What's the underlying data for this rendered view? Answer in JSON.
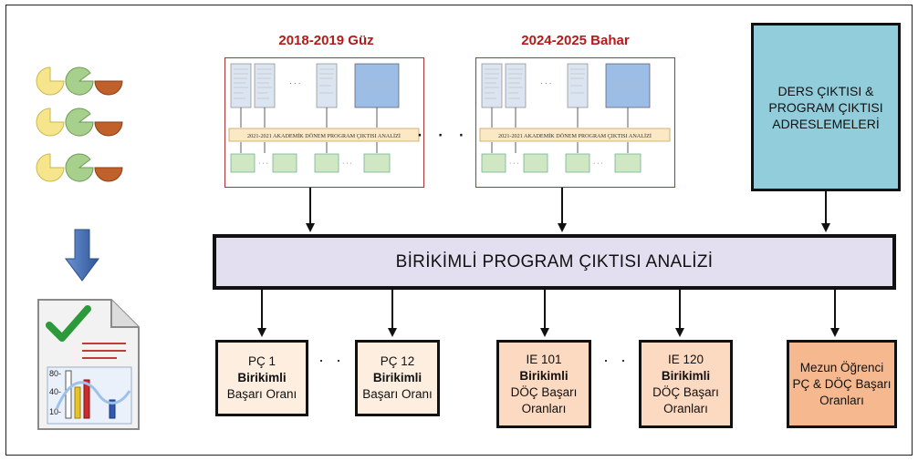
{
  "top_sources": [
    {
      "title": "2018-2019 Güz"
    },
    {
      "title": "2024-2025 Bahar"
    }
  ],
  "thumbnail": {
    "analysis_bar": "2021-2021 AKADEMİK DÖNEM PROGRAM ÇIKTISI ANALİZİ",
    "mid_dots": "· · ·"
  },
  "between_dots": "· · ·",
  "course_mapping_box": {
    "lines": [
      "DERS ÇIKTISI &",
      "PROGRAM ÇIKTISI",
      "ADRESLEMELERİ"
    ]
  },
  "main_process": {
    "label": "BİRİKİMLİ PROGRAM ÇIKTISI ANALİZİ"
  },
  "result_boxes": [
    {
      "line1": "PÇ 1",
      "bold": "Birikimli",
      "line3": "Başarı Oranı",
      "line4": ""
    },
    {
      "line1": "PÇ 12",
      "bold": "Birikimli",
      "line3": "Başarı Oranı",
      "line4": ""
    },
    {
      "line1": "IE 101",
      "bold": "Birikimli",
      "line3": "DÖÇ Başarı",
      "line4": "Oranları"
    },
    {
      "line1": "IE 120",
      "bold": "Birikimli",
      "line3": "DÖÇ Başarı",
      "line4": "Oranları"
    },
    {
      "line1": "Mezun Öğrenci",
      "bold": "",
      "line3": "PÇ & DÖÇ Başarı",
      "line4": "Oranları"
    }
  ],
  "result_dots": [
    "· · ·",
    "· · ·"
  ],
  "report_icon": {
    "ticks": [
      "80-",
      "40-",
      "10-"
    ]
  },
  "colors": {
    "title_red": "#b31b1b",
    "main_bar": "#e3dff0",
    "course_box": "#92cddc",
    "pc_box": "#fdeee0",
    "ie_box": "#fcd9c1",
    "grad_box": "#f6b98f",
    "arrow_blue": "#3f6fb5",
    "pie_yellow": "#f6e58d",
    "pie_green": "#a8d08d",
    "pie_brown": "#c0602a"
  }
}
